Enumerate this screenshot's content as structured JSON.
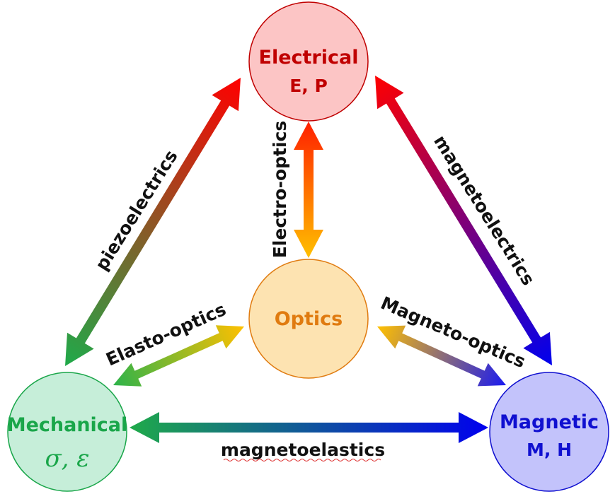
{
  "nodes": {
    "electrical": {
      "title": "Electrical",
      "subtitle": "E, P",
      "fill": "#fcc5c5",
      "stroke": "#c00000",
      "text_color": "#c00000"
    },
    "optics": {
      "title": "Optics",
      "fill": "#fde3b1",
      "stroke": "#e07b10",
      "text_color": "#e07b10"
    },
    "mechanical": {
      "title": "Mechanical",
      "subtitle": "σ, ε",
      "fill": "#c6eed9",
      "stroke": "#1aa64a",
      "text_color": "#1aa64a"
    },
    "magnetic": {
      "title": "Magnetic",
      "subtitle": "M, H",
      "fill": "#c3c3fb",
      "stroke": "#1010d0",
      "text_color": "#1010d0"
    }
  },
  "edges": {
    "piezoelectrics": {
      "label": "piezoelectrics",
      "from_color": "#ff0000",
      "to_color": "#1faa4a"
    },
    "magnetoelectrics": {
      "label": "magnetoelectrics",
      "from_color": "#ff0000",
      "to_color": "#0000ee"
    },
    "electro_optics": {
      "label": "Electro-optics",
      "from_color": "#ff2000",
      "to_color": "#ffc000"
    },
    "elasto_optics": {
      "label": "Elasto-optics",
      "from_color": "#2db34a",
      "to_color": "#ffc000"
    },
    "magneto_optics": {
      "label": "Magneto-optics",
      "from_color": "#ffc000",
      "to_color": "#1a1af0"
    },
    "magnetoelastics": {
      "label": "magnetoelastics",
      "from_color": "#1faa4a",
      "to_color": "#0000ee"
    }
  }
}
